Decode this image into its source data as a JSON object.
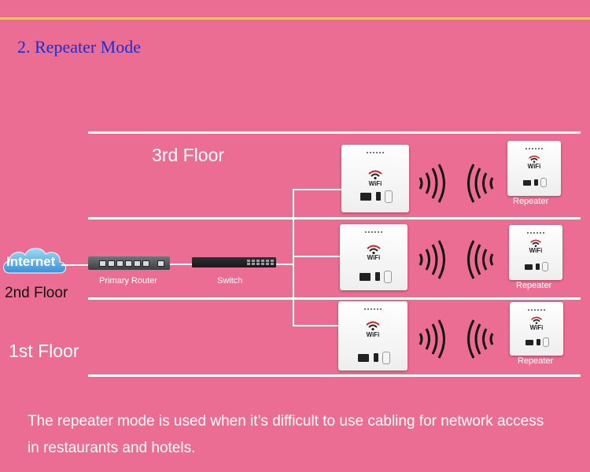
{
  "heading": "2. Repeater Mode",
  "floors": {
    "third": "3rd Floor",
    "second": "2nd Floor",
    "first": "1st Floor"
  },
  "devices": {
    "internet": "Internet",
    "router": "Primary Router",
    "switch": "Switch",
    "repeater": "Repeater"
  },
  "panel_text": "WiFi",
  "description": {
    "line1": "The repeater mode is used when it’s difficult to use cabling for network access",
    "line2": "in restaurants and hotels."
  },
  "colors": {
    "background": "#ec6d93",
    "heading": "#1a2fd0",
    "accent_line": "#f3c16a"
  }
}
